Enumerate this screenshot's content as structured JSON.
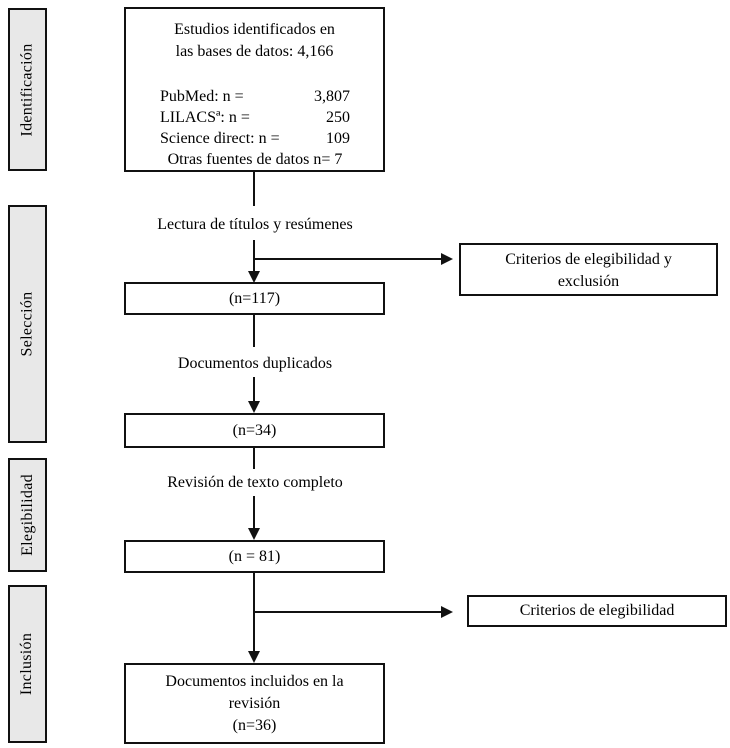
{
  "stages": [
    {
      "label": "Identificación"
    },
    {
      "label": "Selección"
    },
    {
      "label": "Elegibilidad"
    },
    {
      "label": "Inclusión"
    }
  ],
  "top_box": {
    "title_line1": "Estudios identificados en",
    "title_line2": "las bases de datos: 4,166",
    "total": "4,166",
    "sources": [
      {
        "label": "PubMed: n =",
        "value": "3,807"
      },
      {
        "label": "LILACSª: n =",
        "value": "250"
      },
      {
        "label": "Science direct: n =",
        "value": "109"
      }
    ],
    "other_sources": "Otras fuentes de datos n= 7"
  },
  "flow_labels": {
    "screening": "Lectura de títulos y resúmenes",
    "duplicates": "Documentos duplicados",
    "fulltext": "Revisión de texto completo"
  },
  "boxes": {
    "screened_n": "(n=117)",
    "deduplicated_n": "(n=34)",
    "fulltext_n": "(n = 81)",
    "included_line1": "Documentos incluidos en la",
    "included_line2": "revisión",
    "included_n": "(n=36)"
  },
  "side_boxes": {
    "eligibility_exclusion_line1": "Criterios de elegibilidad y",
    "eligibility_exclusion_line2": "exclusión",
    "eligibility": "Criterios de elegibilidad"
  },
  "colors": {
    "stage_fill": "#e8e8e8",
    "border": "#111111",
    "background": "#ffffff",
    "text": "#000000"
  }
}
